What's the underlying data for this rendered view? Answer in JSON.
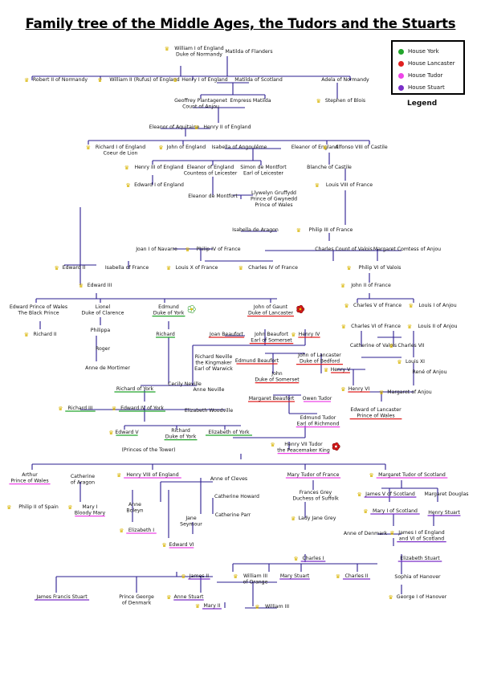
{
  "title": "Family tree of the Middle Ages, the Tudors and the Stuarts",
  "legend": {
    "title": "Legend",
    "items": [
      {
        "label": "House York",
        "color": "#22a52b"
      },
      {
        "label": "House Lancaster",
        "color": "#e02020"
      },
      {
        "label": "House Tudor",
        "color": "#ee44e8"
      },
      {
        "label": "House Stuart",
        "color": "#7a2fc8"
      }
    ]
  },
  "people": [
    {
      "id": "william1",
      "lines": [
        "William I of England",
        "Duke of Normandy"
      ],
      "crown": true
    },
    {
      "id": "matilda_fl",
      "lines": [
        "Matilda of Flanders"
      ]
    },
    {
      "id": "robert2",
      "lines": [
        "Robert II of Normandy"
      ],
      "crown": true
    },
    {
      "id": "william2",
      "lines": [
        "William II (Rufus) of England"
      ],
      "crown": true
    },
    {
      "id": "henry1",
      "lines": [
        "Henry I of England"
      ],
      "crown": true
    },
    {
      "id": "matilda_sc",
      "lines": [
        "Matilda of Scotland"
      ]
    },
    {
      "id": "adela",
      "lines": [
        "Adela of Normandy"
      ]
    },
    {
      "id": "geoffrey",
      "lines": [
        "Geoffrey Plantagenet",
        "Count of Anjou"
      ]
    },
    {
      "id": "empress",
      "lines": [
        "Empress Matilda"
      ]
    },
    {
      "id": "stephen",
      "lines": [
        "Stephen of Blois"
      ],
      "crown": true
    },
    {
      "id": "eleanor_aq",
      "lines": [
        "Eleanor of Aquitaine"
      ]
    },
    {
      "id": "henry2",
      "lines": [
        "Henry II of England"
      ],
      "crown": true
    },
    {
      "id": "richard1",
      "lines": [
        "Richard I of England",
        "Coeur de Lion"
      ],
      "crown": true
    },
    {
      "id": "john",
      "lines": [
        "John of England"
      ],
      "crown": true
    },
    {
      "id": "isabella_ang",
      "lines": [
        "Isabella of Angoulême"
      ]
    },
    {
      "id": "eleanor_en",
      "lines": [
        "Eleanor of England"
      ]
    },
    {
      "id": "alfonso8",
      "lines": [
        "Alfonso VIII of Castile"
      ],
      "crown": true
    },
    {
      "id": "henry3",
      "lines": [
        "Henry III of England"
      ],
      "crown": true
    },
    {
      "id": "eleanor_cl",
      "lines": [
        "Eleanor of England",
        "Countess of Leicester"
      ]
    },
    {
      "id": "simon",
      "lines": [
        "Simon de Montfort",
        "Earl of Leicester"
      ]
    },
    {
      "id": "blanche",
      "lines": [
        "Blanche of Castile"
      ]
    },
    {
      "id": "edward1",
      "lines": [
        "Edward I of England"
      ],
      "crown": true
    },
    {
      "id": "eleanor_mf",
      "lines": [
        "Eleanor de Montfort"
      ]
    },
    {
      "id": "llywelyn",
      "lines": [
        "Llywelyn Gruffydd",
        "Prince of Gwynedd",
        "Prince of Wales"
      ]
    },
    {
      "id": "louis8",
      "lines": [
        "Louis VIII of France"
      ],
      "crown": true
    },
    {
      "id": "isabella_ar",
      "lines": [
        "Isabella de Aragon"
      ]
    },
    {
      "id": "philip3",
      "lines": [
        "Philip III of France"
      ],
      "crown": true
    },
    {
      "id": "joan1",
      "lines": [
        "Joan I of Navarre"
      ]
    },
    {
      "id": "philip4",
      "lines": [
        "Philip IV of France"
      ],
      "crown": true
    },
    {
      "id": "charles_v",
      "lines": [
        "Charles Count of Valois"
      ]
    },
    {
      "id": "margaret_an",
      "lines": [
        "Margaret Comtess of Anjou"
      ]
    },
    {
      "id": "edward2",
      "lines": [
        "Edward II"
      ],
      "crown": true
    },
    {
      "id": "isabella_fr",
      "lines": [
        "Isabella of France"
      ]
    },
    {
      "id": "louis10",
      "lines": [
        "Louis X of France"
      ],
      "crown": true
    },
    {
      "id": "charles4",
      "lines": [
        "Charles IV of France"
      ],
      "crown": true
    },
    {
      "id": "philip6",
      "lines": [
        "Philip VI of Valois"
      ],
      "crown": true
    },
    {
      "id": "edward3",
      "lines": [
        "Edward III"
      ],
      "crown": true
    },
    {
      "id": "john2",
      "lines": [
        "John II of France"
      ],
      "crown": true
    },
    {
      "id": "black_prince",
      "lines": [
        "Edward Prince of Wales",
        "The Black Prince"
      ]
    },
    {
      "id": "lionel",
      "lines": [
        "Lionel",
        "Duke of Clarence"
      ]
    },
    {
      "id": "edmund",
      "lines": [
        "Edmund",
        "Duke of York"
      ],
      "house": "york",
      "badge": "white-rose-icon"
    },
    {
      "id": "john_gaunt",
      "lines": [
        "John of Gaunt",
        "Duke of Lancaster"
      ],
      "house": "lancaster",
      "badge": "red-rose-icon"
    },
    {
      "id": "charles5",
      "lines": [
        "Charles V of France"
      ],
      "crown": true
    },
    {
      "id": "louis1_anj",
      "lines": [
        "Louis I of Anjou"
      ],
      "crown": true
    },
    {
      "id": "richard2",
      "lines": [
        "Richard II"
      ],
      "crown": true
    },
    {
      "id": "philippa",
      "lines": [
        "Philippa"
      ]
    },
    {
      "id": "richard_y",
      "lines": [
        "Richard"
      ],
      "house": "york"
    },
    {
      "id": "joan_b",
      "lines": [
        "Joan Beaufort"
      ],
      "house": "lancaster"
    },
    {
      "id": "john_b",
      "lines": [
        "John Beaufort",
        "Earl of Somerset"
      ],
      "house": "lancaster"
    },
    {
      "id": "henry4",
      "lines": [
        "Henry IV"
      ],
      "house": "lancaster",
      "crown": true
    },
    {
      "id": "charles6",
      "lines": [
        "Charles VI of France"
      ],
      "crown": true
    },
    {
      "id": "louis2_anj",
      "lines": [
        "Louis II of Anjou"
      ],
      "crown": true
    },
    {
      "id": "roger",
      "lines": [
        "Roger"
      ]
    },
    {
      "id": "richard_n",
      "lines": [
        "Richard Neville",
        "the Kingmaker",
        "Earl of Warwick"
      ]
    },
    {
      "id": "edmund_b",
      "lines": [
        "Edmund Beaufort"
      ],
      "house": "lancaster"
    },
    {
      "id": "john_lanc",
      "lines": [
        "John of Lancaster",
        "Duke of Bedford"
      ],
      "house": "lancaster"
    },
    {
      "id": "catherine_v",
      "lines": [
        "Catherine of Valois"
      ]
    },
    {
      "id": "charles7",
      "lines": [
        "Charles VII"
      ],
      "crown": true
    },
    {
      "id": "anne_m",
      "lines": [
        "Anne de Mortimer"
      ]
    },
    {
      "id": "john_som",
      "lines": [
        "John",
        "Duke of Somerset"
      ],
      "house": "lancaster"
    },
    {
      "id": "henry5",
      "lines": [
        "Henry V"
      ],
      "house": "lancaster",
      "crown": true
    },
    {
      "id": "louis11",
      "lines": [
        "Louis XI"
      ],
      "crown": true
    },
    {
      "id": "rene",
      "lines": [
        "René of Anjou"
      ]
    },
    {
      "id": "richard_yk",
      "lines": [
        "Richard of York"
      ],
      "house": "york"
    },
    {
      "id": "cecily",
      "lines": [
        "Cecily Neville"
      ]
    },
    {
      "id": "anne_n",
      "lines": [
        "Anne Neville"
      ]
    },
    {
      "id": "margaret_b",
      "lines": [
        "Margaret Beaufort"
      ],
      "house": "lancaster"
    },
    {
      "id": "owen",
      "lines": [
        "Owen Tudor"
      ],
      "house": "tudor"
    },
    {
      "id": "henry6",
      "lines": [
        "Henry VI"
      ],
      "house": "lancaster",
      "crown": true
    },
    {
      "id": "margaret_anj",
      "lines": [
        "Margaret of Anjou"
      ],
      "crown": true
    },
    {
      "id": "richard3",
      "lines": [
        "Richard III"
      ],
      "house": "york",
      "crown": true
    },
    {
      "id": "edward4",
      "lines": [
        "Edward IV of York"
      ],
      "house": "york",
      "crown": true
    },
    {
      "id": "elizabeth_w",
      "lines": [
        "Elizabeth Woodville"
      ]
    },
    {
      "id": "edmund_t",
      "lines": [
        "Edmund Tudor",
        "Earl of Richmond"
      ],
      "house": "tudor"
    },
    {
      "id": "edward_lanc",
      "lines": [
        "Edward of Lancaster",
        "Prince of Wales"
      ],
      "house": "lancaster"
    },
    {
      "id": "edward5",
      "lines": [
        "Edward V"
      ],
      "house": "york",
      "crown": true
    },
    {
      "id": "richard_dy",
      "lines": [
        "Richard",
        "Duke of York"
      ],
      "house": "york"
    },
    {
      "id": "elizabeth_y",
      "lines": [
        "Elizabeth of York"
      ],
      "house": "york"
    },
    {
      "id": "princes",
      "lines": [
        "(Princes of the Tower)"
      ]
    },
    {
      "id": "henry7",
      "lines": [
        "Henry VII Tudor",
        "the Peacemaker King"
      ],
      "house": "tudor",
      "crown": true,
      "badge": "tudor-rose-icon"
    },
    {
      "id": "arthur",
      "lines": [
        "Arthur",
        "Prince of Wales"
      ],
      "house": "tudor"
    },
    {
      "id": "catherine_a",
      "lines": [
        "Catherine",
        "of Aragon"
      ]
    },
    {
      "id": "henry8",
      "lines": [
        "Henry VIII of England"
      ],
      "house": "tudor",
      "crown": true
    },
    {
      "id": "anne_cleves",
      "lines": [
        "Anne of Cleves"
      ]
    },
    {
      "id": "catherine_h",
      "lines": [
        "Catherine Howard"
      ]
    },
    {
      "id": "catherine_p",
      "lines": [
        "Catherine Parr"
      ]
    },
    {
      "id": "mary_tf",
      "lines": [
        "Mary Tudor of France"
      ],
      "house": "tudor"
    },
    {
      "id": "margaret_ts",
      "lines": [
        "Margaret Tudor of Scotland"
      ],
      "house": "tudor",
      "crown": true
    },
    {
      "id": "philip2",
      "lines": [
        "Philip II of Spain"
      ],
      "crown": true
    },
    {
      "id": "mary1",
      "lines": [
        "Mary I",
        "Bloody Mary"
      ],
      "house": "tudor",
      "crown": true
    },
    {
      "id": "anne_boleyn",
      "lines": [
        "Anne",
        "Boleyn"
      ]
    },
    {
      "id": "jane_s",
      "lines": [
        "Jane",
        "Seymour"
      ]
    },
    {
      "id": "frances",
      "lines": [
        "Frances Grey",
        "Duchess of Suffolk"
      ]
    },
    {
      "id": "james5",
      "lines": [
        "James V of Scotland"
      ],
      "house": "stuart",
      "crown": true
    },
    {
      "id": "margaret_d",
      "lines": [
        "Margaret Douglas"
      ]
    },
    {
      "id": "elizabeth1",
      "lines": [
        "Elizabeth I"
      ],
      "house": "tudor",
      "crown": true
    },
    {
      "id": "edward6",
      "lines": [
        "Edward VI"
      ],
      "house": "tudor",
      "crown": true
    },
    {
      "id": "lady_jane",
      "lines": [
        "Lady Jane Grey"
      ],
      "crown": true
    },
    {
      "id": "mary_qs",
      "lines": [
        "Mary I of Scotland"
      ],
      "house": "stuart",
      "crown": true
    },
    {
      "id": "henry_stuart",
      "lines": [
        "Henry Stuart"
      ],
      "house": "stuart"
    },
    {
      "id": "anne_dk",
      "lines": [
        "Anne of Denmark"
      ]
    },
    {
      "id": "james1",
      "lines": [
        "James I of England",
        "and VI of Scotland"
      ],
      "house": "stuart",
      "crown": true
    },
    {
      "id": "charles1",
      "lines": [
        "Charles I"
      ],
      "house": "stuart",
      "crown": true
    },
    {
      "id": "elizabeth_st",
      "lines": [
        "Elizabeth Stuart"
      ],
      "house": "stuart"
    },
    {
      "id": "james2",
      "lines": [
        "James II"
      ],
      "house": "stuart",
      "crown": true
    },
    {
      "id": "william3",
      "lines": [
        "William III",
        "of Orange"
      ],
      "crown": true
    },
    {
      "id": "mary_st",
      "lines": [
        "Mary Stuart"
      ],
      "house": "stuart"
    },
    {
      "id": "charles2",
      "lines": [
        "Charles II"
      ],
      "house": "stuart",
      "crown": true
    },
    {
      "id": "sophia",
      "lines": [
        "Sophia of Hanover"
      ]
    },
    {
      "id": "james_fs",
      "lines": [
        "James Francis Stuart"
      ],
      "house": "stuart"
    },
    {
      "id": "george_dk",
      "lines": [
        "Prince George",
        "of Denmark"
      ]
    },
    {
      "id": "anne_st",
      "lines": [
        "Anne Stuart"
      ],
      "house": "stuart",
      "crown": true
    },
    {
      "id": "mary2",
      "lines": [
        "Mary II"
      ],
      "house": "stuart",
      "crown": true
    },
    {
      "id": "william3b",
      "lines": [
        "William III"
      ],
      "crown": true
    },
    {
      "id": "george1",
      "lines": [
        "George I of Hanover"
      ],
      "crown": true
    }
  ]
}
